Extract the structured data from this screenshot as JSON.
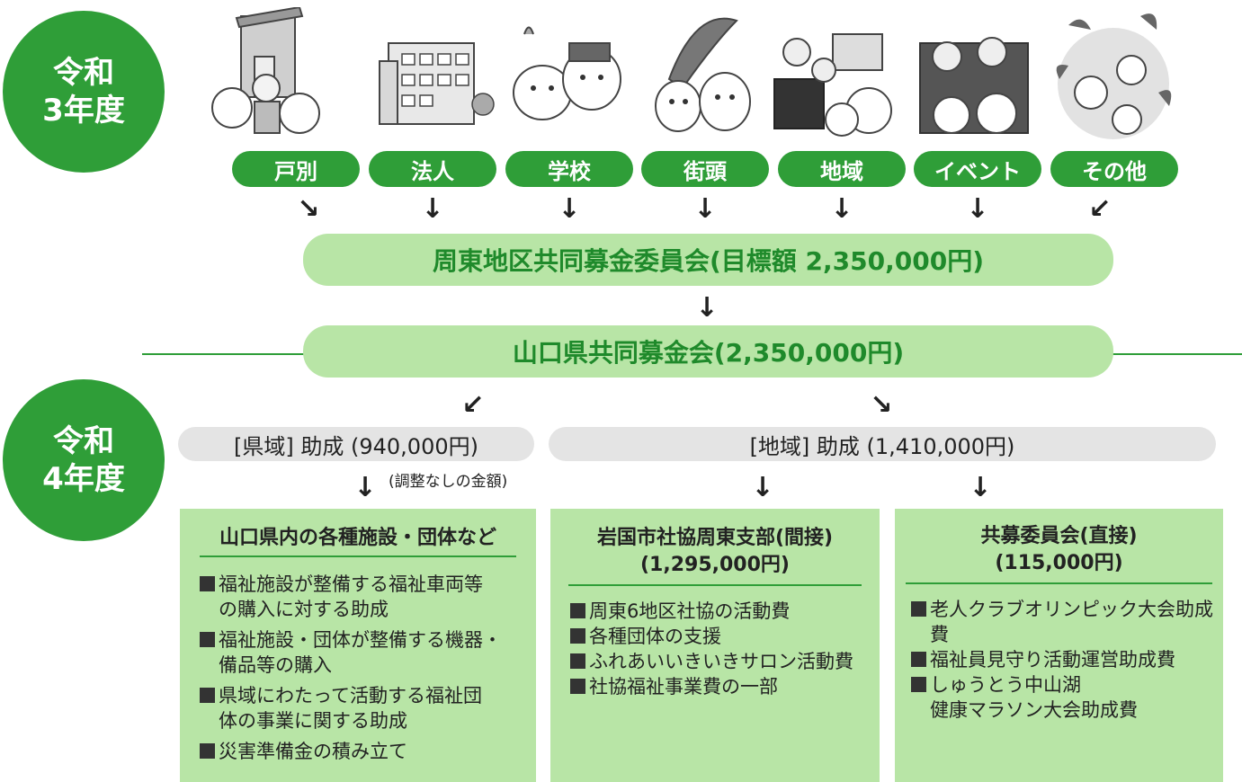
{
  "year1": {
    "line1": "令和",
    "line2": "3年度"
  },
  "year2": {
    "line1": "令和",
    "line2": "4年度"
  },
  "sources": [
    {
      "label": "戸別"
    },
    {
      "label": "法人"
    },
    {
      "label": "学校"
    },
    {
      "label": "街頭"
    },
    {
      "label": "地域"
    },
    {
      "label": "イベント"
    },
    {
      "label": "その他"
    }
  ],
  "committee": {
    "label": "周東地区共同募金委員会(目標額 2,350,000円)"
  },
  "prefecture": {
    "label": "山口県共同募金会(2,350,000円)"
  },
  "prefectural_grant": {
    "label": "[県域] 助成 (940,000円)",
    "note": "(調整なしの金額)"
  },
  "local_grant": {
    "label": "[地域] 助成 (1,410,000円)"
  },
  "box1": {
    "title": "山口県内の各種施設・団体など",
    "items": [
      "福祉施設が整備する福祉車両等\nの購入に対する助成",
      "福祉施設・団体が整備する機器・\n備品等の購入",
      "県域にわたって活動する福祉団\n体の事業に関する助成",
      "災害準備金の積み立て"
    ]
  },
  "box2": {
    "title": "岩国市社協周東支部(間接)",
    "amount": "(1,295,000円)",
    "items": [
      "周東6地区社協の活動費",
      "各種団体の支援",
      "ふれあいいきいきサロン活動費",
      "社協福祉事業費の一部"
    ]
  },
  "box3": {
    "title": "共募委員会(直接)",
    "amount": "(115,000円)",
    "items": [
      "老人クラブオリンピック大会助成費",
      "福祉員見守り活動運営助成費",
      "しゅうとう中山湖\n健康マラソン大会助成費"
    ]
  },
  "colors": {
    "green_dark": "#2f9e38",
    "green_light": "#b8e5a6",
    "gray": "#e4e4e4"
  }
}
